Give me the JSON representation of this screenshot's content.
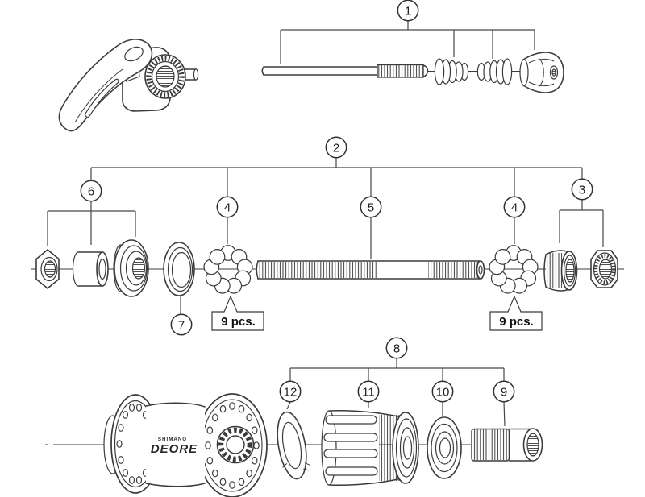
{
  "diagram": {
    "callouts": {
      "n1": "1",
      "n2": "2",
      "n3": "3",
      "n4": "4",
      "n5": "5",
      "n6": "6",
      "n7": "7",
      "n8": "8",
      "n9": "9",
      "n10": "10",
      "n11": "11",
      "n12": "12"
    },
    "labels": {
      "qty_left": "9 pcs.",
      "qty_right": "9 pcs."
    },
    "branding": {
      "shimano": "SHIMANO",
      "deore": "DEORE"
    },
    "colors": {
      "line": "#3b3b3b",
      "text": "#1c1c1c",
      "background": "#ffffff"
    }
  }
}
